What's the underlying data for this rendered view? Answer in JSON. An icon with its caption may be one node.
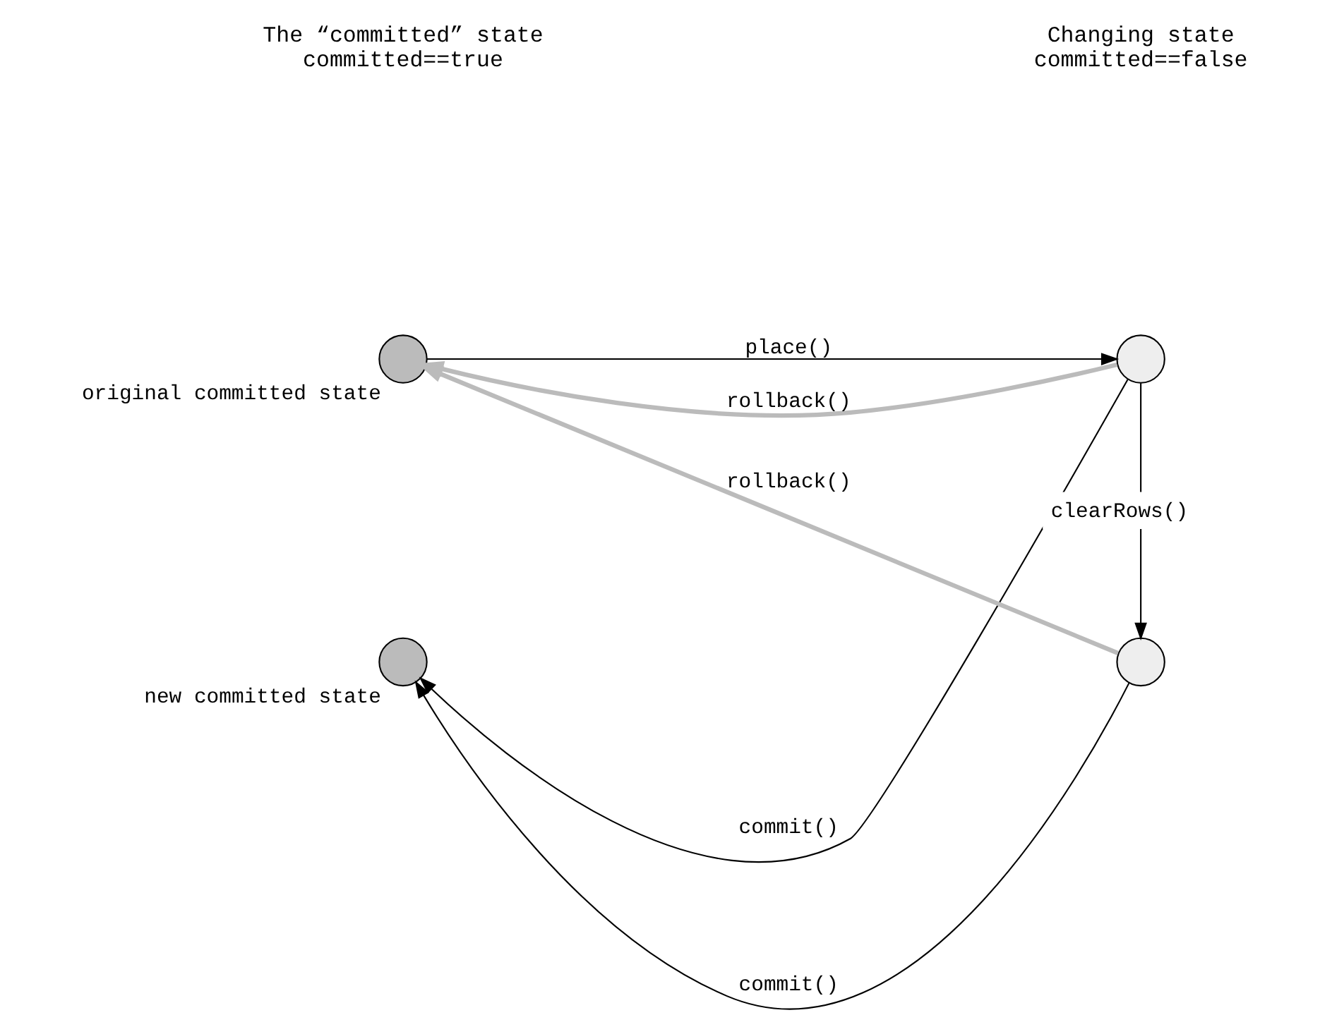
{
  "diagram": {
    "nodes": [
      {
        "text": [],
        "shape": "circle",
        "beside": [
          "original committed state"
        ]
      },
      {
        "text": [],
        "shape": "circle"
      },
      {
        "text": [],
        "shape": "circle",
        "beside": [
          "new committed state"
        ]
      },
      {
        "text": [],
        "shape": "circle"
      }
    ],
    "edges": [
      {
        "from": 0,
        "to": 1,
        "arrow": "to",
        "label": "place()"
      },
      {
        "from": 1,
        "to": 0,
        "arrow": "to",
        "label": "rollback()",
        "style": "thick",
        "color": "#bbbbbb"
      },
      {
        "from": 1,
        "to": 3,
        "arrow": "to",
        "label": "clearRows()"
      },
      {
        "from": 1,
        "to": 2,
        "arrow": "to",
        "label": "commit()"
      },
      {
        "from": 3,
        "to": 0,
        "arrow": "to",
        "label": "rollback()",
        "style": "thick",
        "color": "#bbbbbb"
      },
      {
        "from": 3,
        "to": 2,
        "arrow": "to",
        "label": "commit()"
      }
    ],
    "labels": [
      "The “committed” state",
      "committed==true",
      "Changing state",
      "committed==false"
    ]
  }
}
